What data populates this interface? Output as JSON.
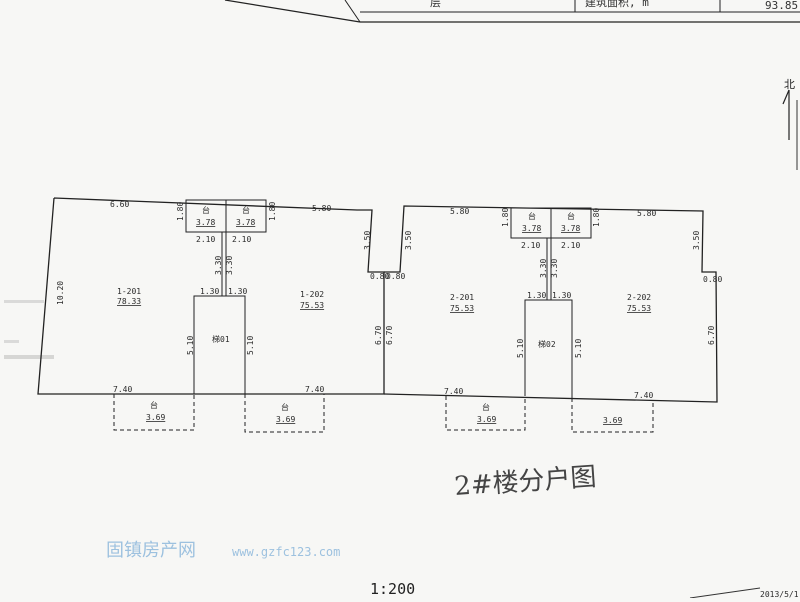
{
  "header": {
    "floor_fragment": "层",
    "area_label": "建筑面积, m",
    "area_value": "93.85"
  },
  "north": "北",
  "left_building": {
    "units": [
      {
        "code": "1-201",
        "area": "78.33"
      },
      {
        "code": "1-202",
        "area": "75.53"
      }
    ],
    "stair": "梯01",
    "top_dims": [
      "6.60",
      "5.80"
    ],
    "side_dim": "10.20",
    "notch_dims": [
      "3.50",
      "0.80"
    ],
    "bottom_dims": [
      "7.40",
      "7.40"
    ],
    "core_dims": [
      "1.80",
      "1.80",
      "2.10",
      "2.10",
      "3.30",
      "3.30",
      "1.30",
      "1.30",
      "5.10",
      "5.10"
    ],
    "balconies_top": [
      {
        "label": "台",
        "area": "3.78"
      },
      {
        "label": "台",
        "area": "3.78"
      }
    ],
    "balconies_bottom": [
      {
        "label": "台",
        "area": "3.69"
      },
      {
        "label": "台",
        "area": "3.69"
      }
    ],
    "depth_dim": "6.70"
  },
  "right_building": {
    "units": [
      {
        "code": "2-201",
        "area": "75.53"
      },
      {
        "code": "2-202",
        "area": "75.53"
      }
    ],
    "stair": "梯02",
    "top_dims": [
      "5.80",
      "5.80"
    ],
    "notch_dims": [
      "3.50",
      "0.80",
      "3.50",
      "0.80"
    ],
    "bottom_dims": [
      "7.40",
      "7.40"
    ],
    "core_dims": [
      "1.80",
      "1.80",
      "2.10",
      "2.10",
      "3.30",
      "3.30",
      "1.30",
      "1.30",
      "5.10",
      "5.10"
    ],
    "balconies_top": [
      {
        "label": "台",
        "area": "3.78"
      },
      {
        "label": "台",
        "area": "3.78"
      }
    ],
    "balconies_bottom": [
      {
        "label": "台",
        "area": "3.69"
      },
      {
        "label": "3.69"
      }
    ],
    "depth_dims": [
      "6.70",
      "6.70"
    ]
  },
  "handwriting": "2#楼分户图",
  "watermark": {
    "site": "固镇房产网",
    "url": "www.gzfc123.com"
  },
  "scale": "1:200",
  "corner_date": "2013/5/1"
}
